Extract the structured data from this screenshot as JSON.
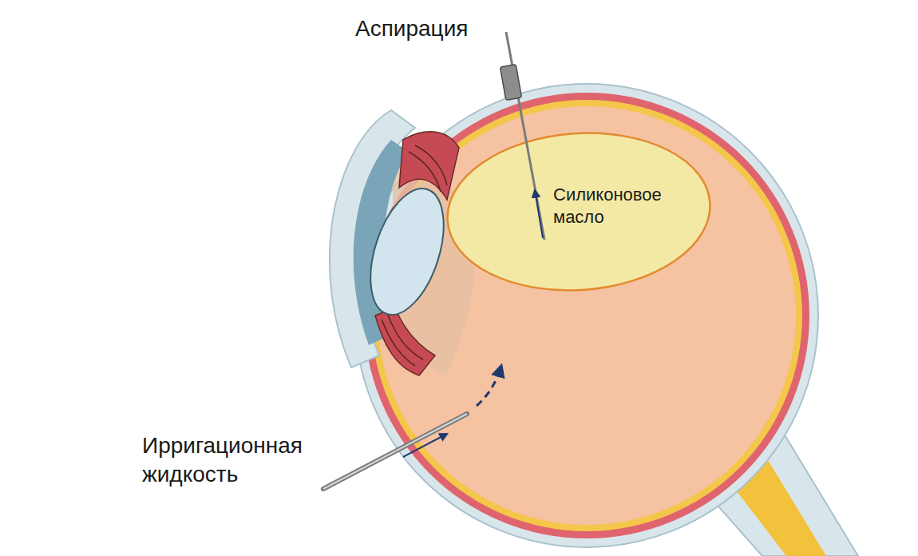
{
  "diagram": {
    "nodes": [
      {
        "text": [
          "Силиконовое масло"
        ]
      }
    ],
    "labels": [
      "Аспирация",
      "Ирригационная жидкость"
    ]
  }
}
